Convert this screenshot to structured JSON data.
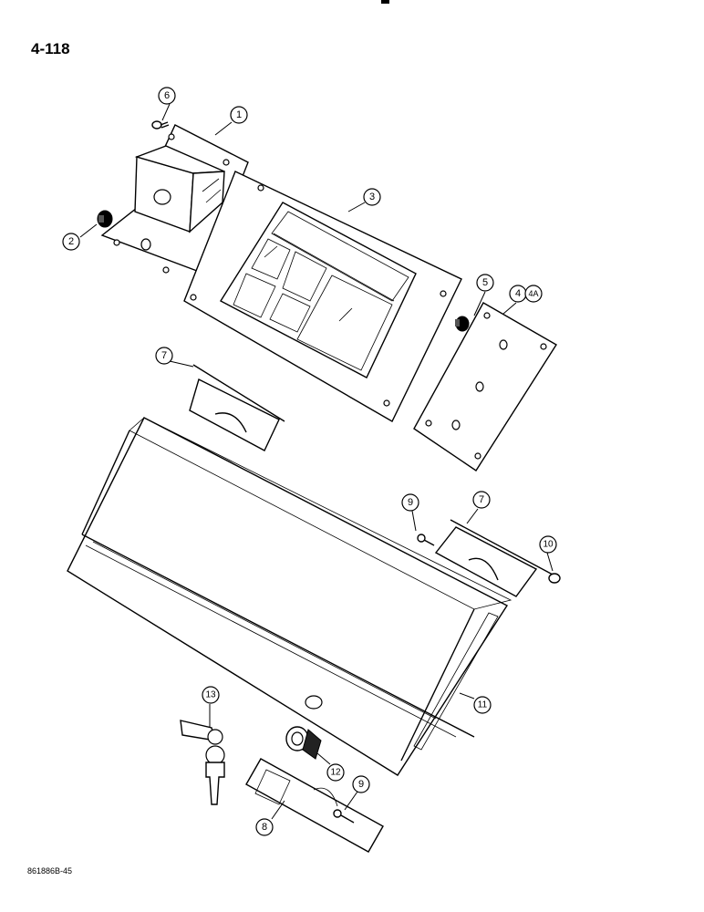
{
  "page": {
    "number": "4-118",
    "reference": "861886B-45"
  },
  "callouts": [
    {
      "id": "c1",
      "label": "1"
    },
    {
      "id": "c2",
      "label": "2"
    },
    {
      "id": "c3",
      "label": "3"
    },
    {
      "id": "c4",
      "label": "4"
    },
    {
      "id": "c4a",
      "label": "4A"
    },
    {
      "id": "c5",
      "label": "5"
    },
    {
      "id": "c6",
      "label": "6"
    },
    {
      "id": "c7a",
      "label": "7"
    },
    {
      "id": "c7b",
      "label": "7"
    },
    {
      "id": "c8",
      "label": "8"
    },
    {
      "id": "c9a",
      "label": "9"
    },
    {
      "id": "c9b",
      "label": "9"
    },
    {
      "id": "c10",
      "label": "10"
    },
    {
      "id": "c11",
      "label": "11"
    },
    {
      "id": "c12",
      "label": "12"
    },
    {
      "id": "c13",
      "label": "13"
    }
  ]
}
